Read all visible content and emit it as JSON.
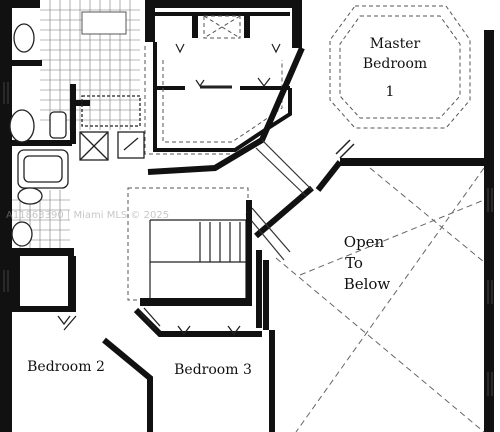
{
  "rooms": {
    "master_bedroom": {
      "line1": "Master",
      "line2": "Bedroom",
      "number": "1"
    },
    "open_to_below": {
      "line1": "Open",
      "line2": "To",
      "line3": "Below"
    },
    "bedroom_2": {
      "label": "Bedroom 2"
    },
    "bedroom_3": {
      "label": "Bedroom 3"
    }
  },
  "watermark": {
    "text": "A11863390 | Miami MLS © 2025"
  },
  "colors": {
    "wall": "#111111",
    "line": "#222222",
    "dash": "#555555",
    "background": "#ffffff"
  }
}
